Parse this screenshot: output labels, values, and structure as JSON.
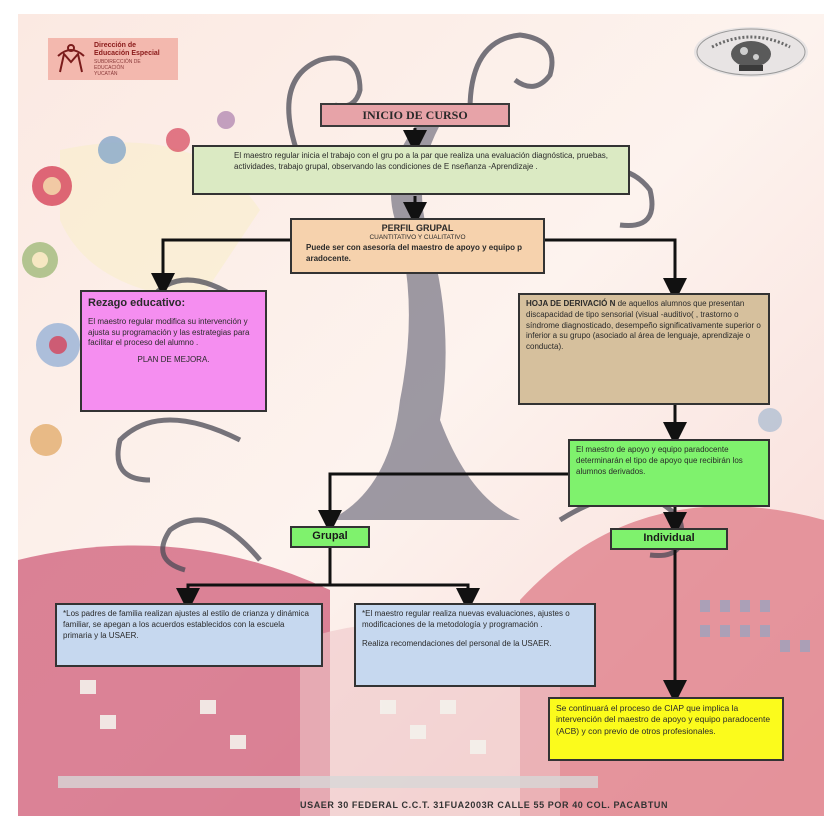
{
  "logo_left": {
    "line1": "Dirección de",
    "line2": "Educación Especial",
    "line3": "SUBDIRECCIÓN DE EDUCACIÓN",
    "line4": "YUCATÁN"
  },
  "nodes": {
    "inicio": "INICIO DE CURSO",
    "evaluacion": "El maestro regular inicia el trabajo con el gru po a la par que realiza una evaluación diagnóstica, pruebas, actividades, trabajo grupal, observando las condiciones de E nseñanza -Aprendizaje .",
    "perfil_title": "PERFIL GRUPAL",
    "perfil_sub": "CUANTITATIVO Y CUALITATIVO",
    "perfil_body": "Puede ser con asesoría del maestro de apoyo y equipo p aradocente.",
    "rezago_title": "Rezago educativo:",
    "rezago_body": "El maestro regular modifica su intervención y ajusta su programación y las estrategias para facilitar el proceso del alumno .",
    "rezago_plan": "PLAN DE MEJORA.",
    "hoja_title": "HOJA DE DERIVACIÓ N",
    "hoja_body": "de aquellos alumnos que presentan discapacidad de tipo sensorial (visual -auditivo( , trastorno o síndrome diagnosticado, desempeño significativamente superior o inferior a su grupo (asociado al área de lenguaje, aprendizaje o conducta).",
    "maestro_apoyo": "El maestro de apoyo y equipo paradocente determinarán el tipo de apoyo que recibirán los alumnos derivados.",
    "grupal": "Grupal",
    "individual": "Individual",
    "padres": "*Los padres de familia realizan ajustes al estilo de crianza y dinámica familiar, se apegan a los acuerdos establecidos con la escuela primaria y la USAER.",
    "maestro_regular_1": "*El maestro regular realiza nuevas evaluaciones, ajustes o modificaciones de la metodología y programación .",
    "maestro_regular_2": "Realiza recomendaciones del personal de la USAER.",
    "ciap": "Se continuará el proceso de CIAP que implica la intervención del maestro de apoyo y equipo paradocente (ACB) y con previo de otros profesionales."
  },
  "footer": "USAER 30 FEDERAL C.C.T. 31FUA2003R CALLE 55 POR 40 COL. PACABTUN",
  "colors": {
    "title_box": "#e7a3a8",
    "light_green": "#dbeac3",
    "peach": "#f6d2ad",
    "pink": "#f58ef0",
    "tan": "#d6c09d",
    "green": "#7ff26d",
    "blue": "#c6d8ef",
    "yellow": "#fbfb1c"
  }
}
